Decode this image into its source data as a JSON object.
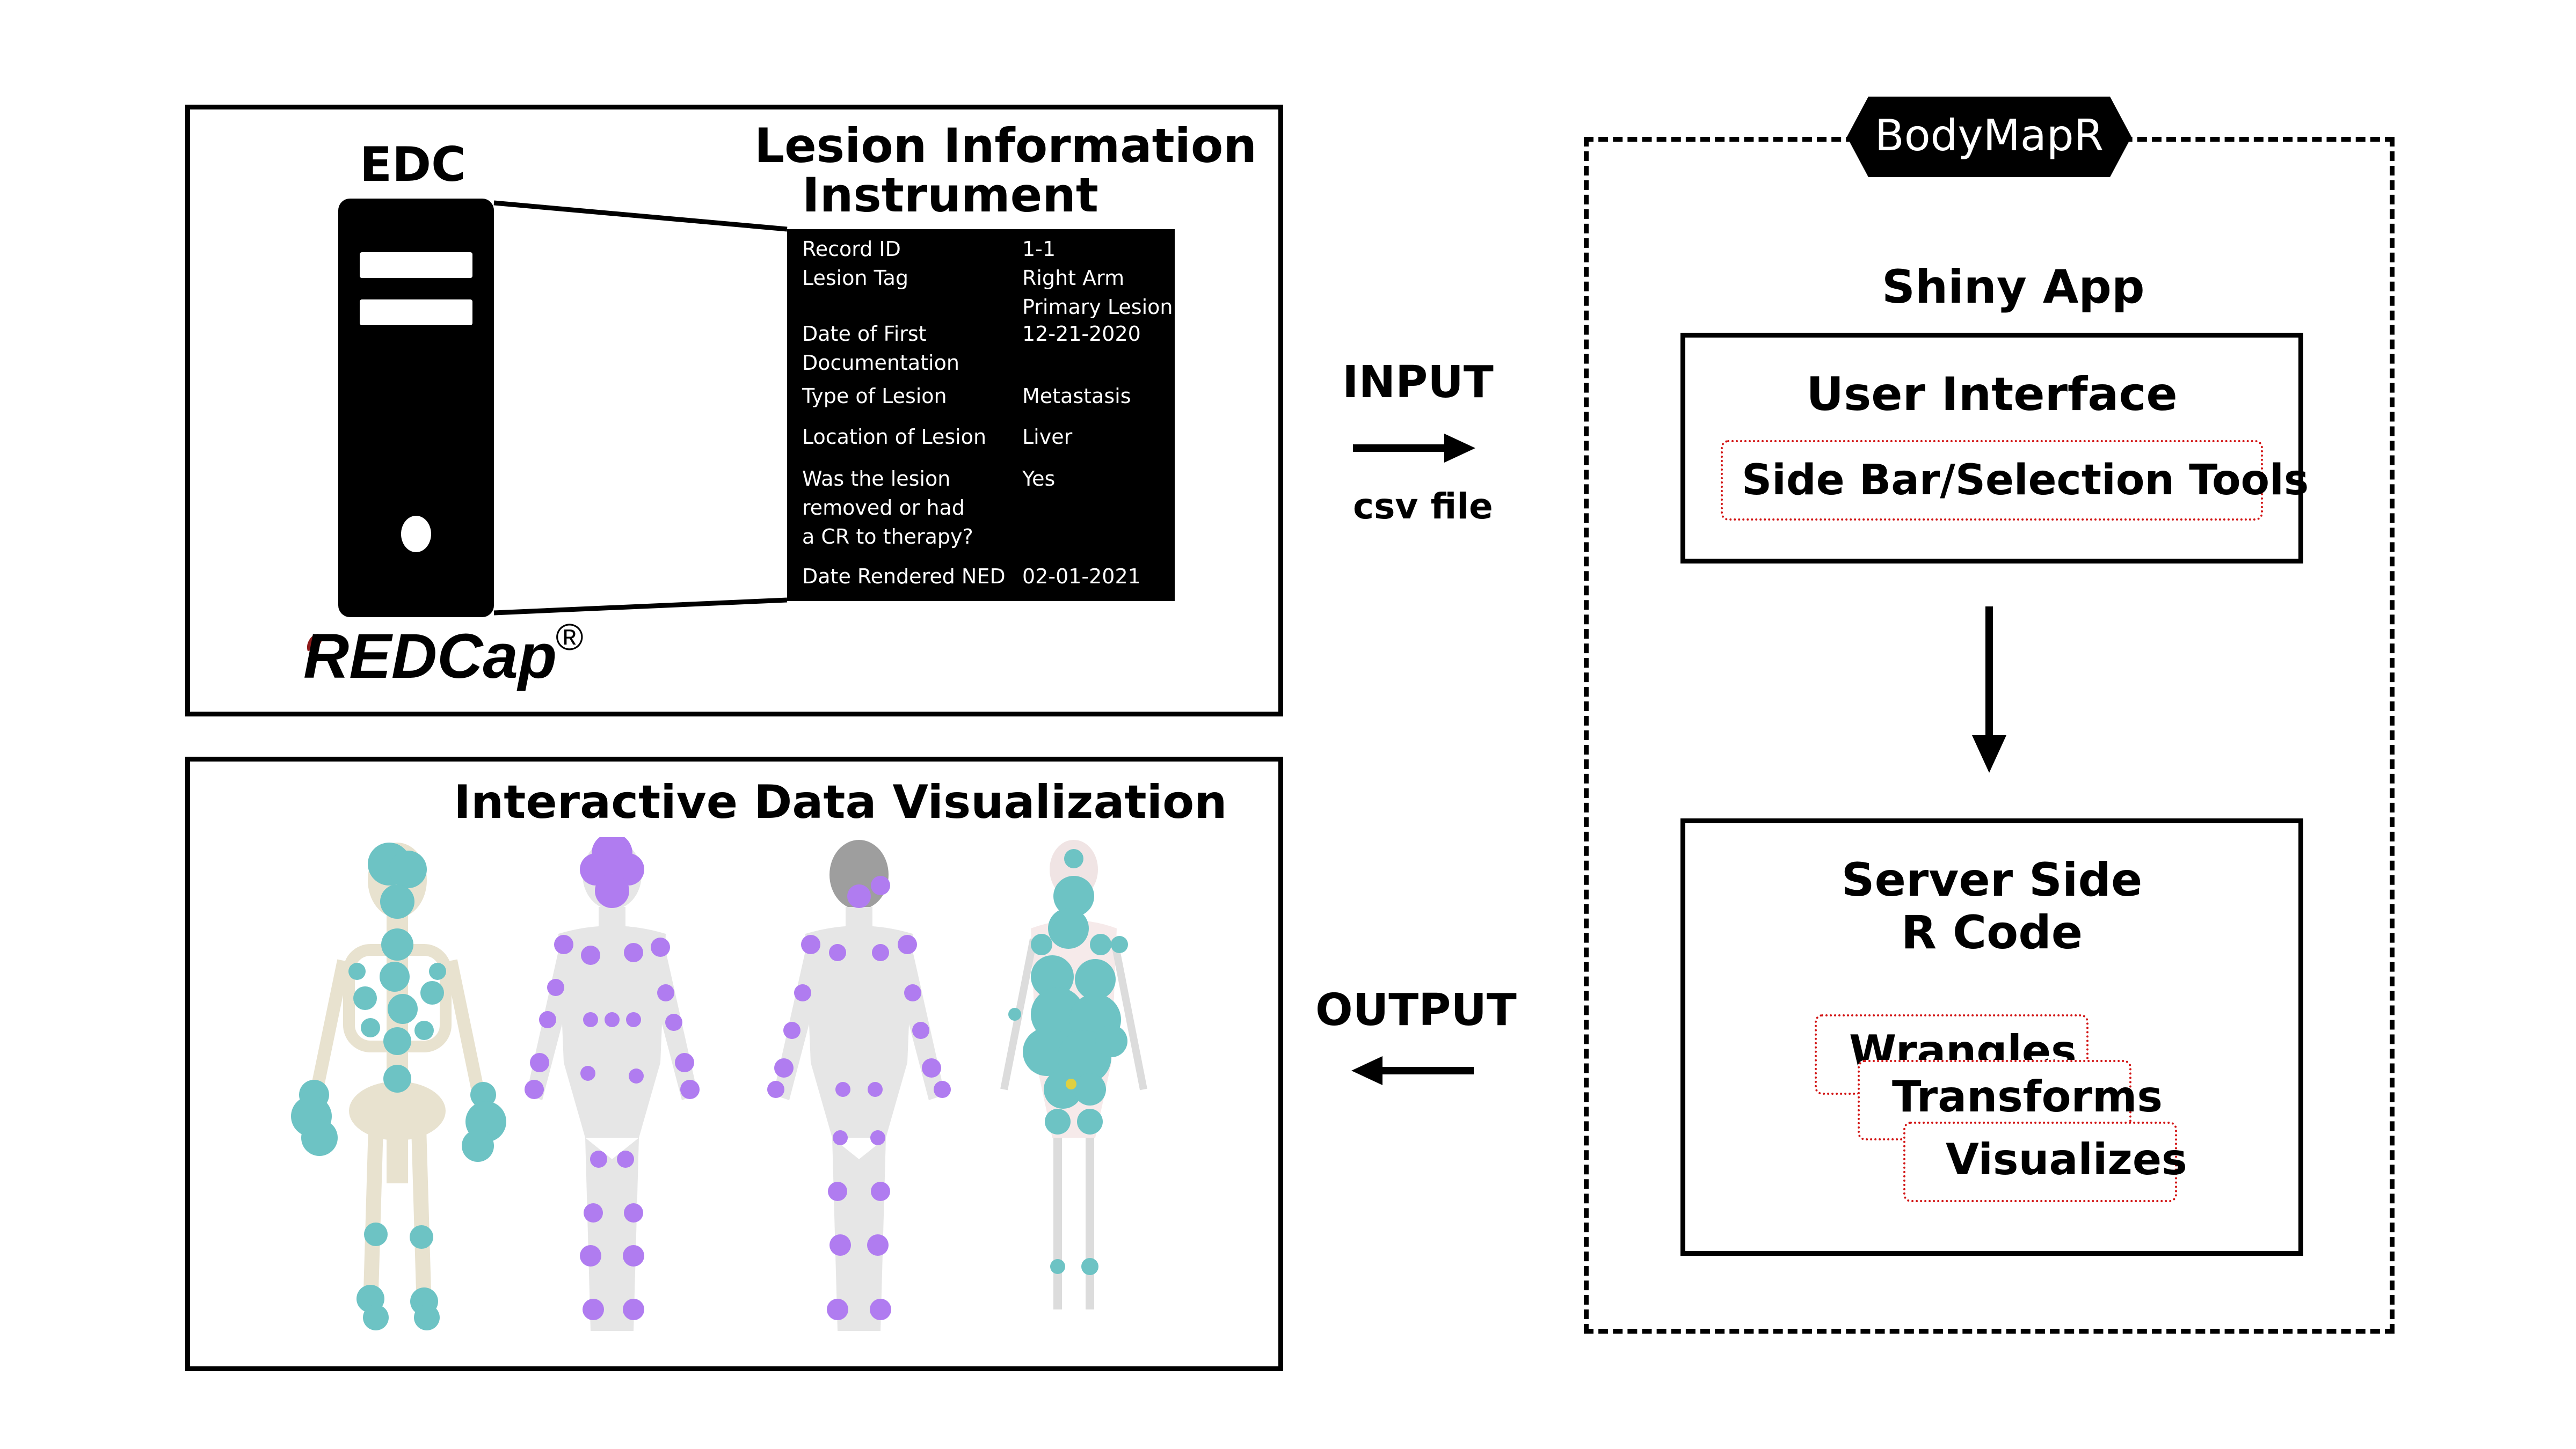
{
  "edc_panel": {
    "edc_label": "EDC",
    "instrument_title_line1": "Lesion Information",
    "instrument_title_line2": "Instrument",
    "brand": "REDCap",
    "brand_mark": "®",
    "table": [
      {
        "label": "Record ID",
        "value": "1-1"
      },
      {
        "label": "Lesion Tag",
        "value": "Right Arm"
      },
      {
        "label": "",
        "value": "Primary Lesion"
      },
      {
        "label": "Date of First",
        "value": "12-21-2020"
      },
      {
        "label": "Documentation",
        "value": ""
      },
      {
        "label": "Type of Lesion",
        "value": "Metastasis"
      },
      {
        "label": "Location of Lesion",
        "value": "Liver"
      },
      {
        "label": "Was the lesion",
        "value": "Yes"
      },
      {
        "label": "removed or had",
        "value": ""
      },
      {
        "label": "a CR to therapy?",
        "value": ""
      },
      {
        "label": "Date Rendered NED",
        "value": "02-01-2021"
      }
    ]
  },
  "flow": {
    "input_label": "INPUT",
    "input_sub": "csv file",
    "output_label": "OUTPUT"
  },
  "visualization_panel": {
    "title": "Interactive Data Visualization"
  },
  "app": {
    "badge": "BodyMapR",
    "shiny_label": "Shiny App",
    "ui_title": "User Interface",
    "ui_tool": "Side Bar/Selection Tools",
    "server_title_line1": "Server Side",
    "server_title_line2": "R Code",
    "server_steps": [
      "Wrangles",
      "Transforms",
      "Visualizes"
    ]
  },
  "colors": {
    "lesion_teal": "#6dc3c4",
    "lesion_purple": "#b07cf0",
    "bone": "#e8e2cf",
    "body_gray": "#e6e6e6",
    "dotted_red": "#d21414"
  }
}
